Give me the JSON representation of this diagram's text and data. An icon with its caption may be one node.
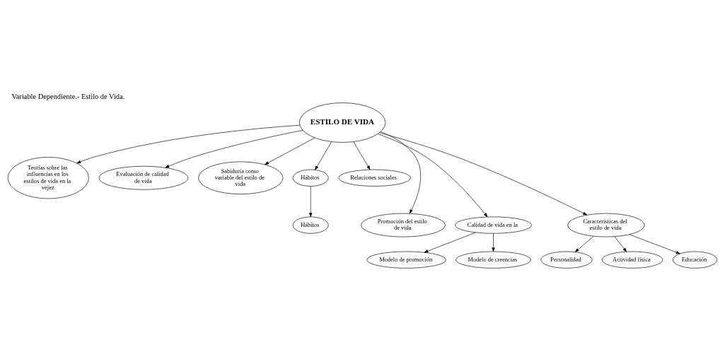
{
  "diagram": {
    "title": "Variable Dependiente.- Estilo de Vida.",
    "nodes": [
      {
        "text": [
          "ESTILO DE VIDA"
        ]
      },
      {
        "text": [
          "Teorías sobre las influencias en los estilos de vida en la vejez"
        ]
      },
      {
        "text": [
          "Evaluación de calidad de vida"
        ]
      },
      {
        "text": [
          "Sabiduría como variable del estilo de vida"
        ]
      },
      {
        "text": [
          "Hábitos"
        ]
      },
      {
        "text": [
          "Relaciones sociales"
        ]
      },
      {
        "text": [
          "Hábitos"
        ]
      },
      {
        "text": [
          "Promoción del estilo de vida"
        ]
      },
      {
        "text": [
          "Calidad de vida en la"
        ]
      },
      {
        "text": [
          "Características del estilo de vida"
        ]
      },
      {
        "text": [
          "Modelo de promoción"
        ]
      },
      {
        "text": [
          "Modelo de creencias"
        ]
      },
      {
        "text": [
          "Personalidad"
        ]
      },
      {
        "text": [
          "Actividad física"
        ]
      },
      {
        "text": [
          "Educación"
        ]
      }
    ],
    "edges": [
      {
        "from": 0,
        "to": 2,
        "arrow": "to"
      },
      {
        "from": 0,
        "to": 5,
        "arrow": "to"
      },
      {
        "from": 0,
        "to": 9,
        "arrow": "to"
      },
      {
        "from": 0,
        "to": 7,
        "arrow": "to"
      },
      {
        "from": 0,
        "to": 8,
        "arrow": "to"
      },
      {
        "from": 0,
        "to": 1,
        "arrow": "to"
      },
      {
        "from": 0,
        "to": 3,
        "arrow": "to"
      },
      {
        "from": 0,
        "to": 4,
        "arrow": "to"
      },
      {
        "from": 4,
        "to": 6,
        "arrow": "to"
      },
      {
        "from": 8,
        "to": 10,
        "arrow": "to"
      },
      {
        "from": 8,
        "to": 11,
        "arrow": "to"
      },
      {
        "from": 9,
        "to": 13,
        "arrow": "to"
      },
      {
        "from": 9,
        "to": 14,
        "arrow": "to"
      },
      {
        "from": 9,
        "to": 12,
        "arrow": "to"
      }
    ]
  }
}
